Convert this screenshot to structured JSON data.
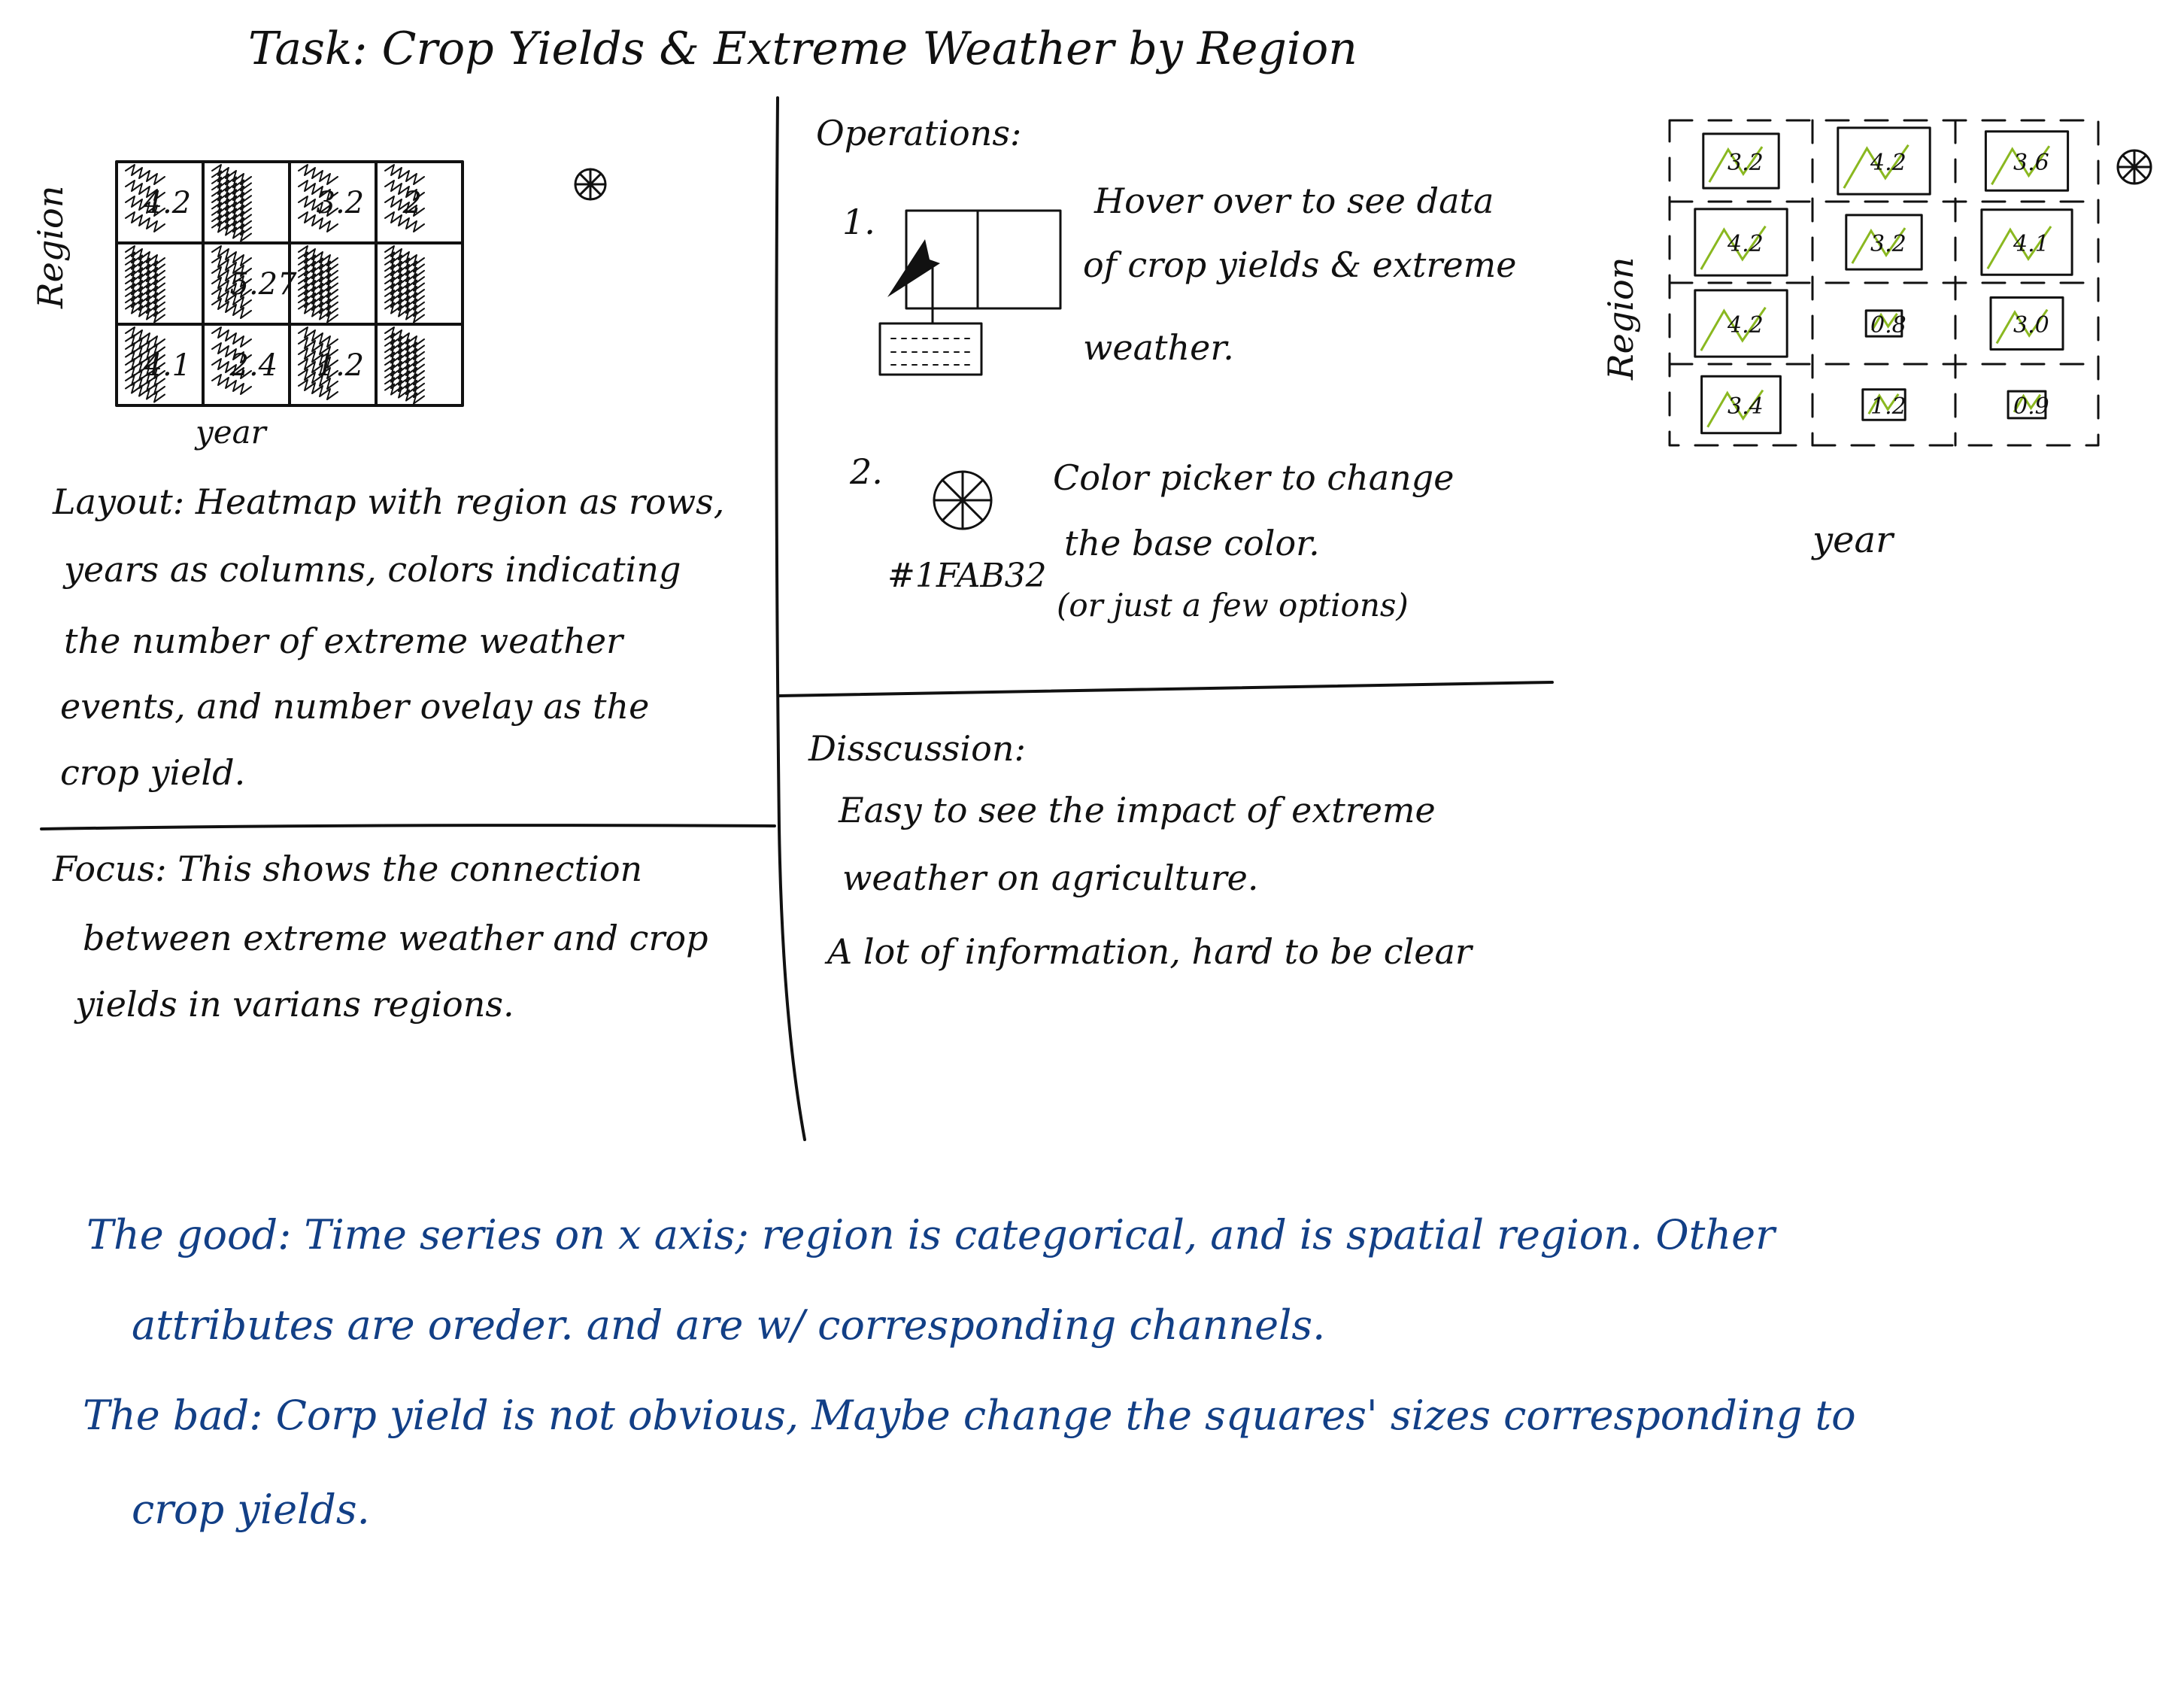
{
  "title": "Task: Crop Yields & Extreme Weather by Region",
  "sketch1": {
    "ylabel": "Region",
    "xlabel": "year",
    "cells": [
      [
        "4.2",
        "",
        "3.2",
        "2"
      ],
      [
        "",
        "5.27",
        "",
        ""
      ],
      [
        "4.1",
        "2.4",
        "1.2",
        ""
      ]
    ]
  },
  "layout_text": [
    "Layout: Heatmap with region as rows,",
    "years as columns, colors indicating",
    "the number of extreme weather",
    "events, and number ovelay as the",
    "crop yield."
  ],
  "focus_text": [
    "Focus: This shows the connection",
    "between extreme weather and crop",
    "yields in varians regions."
  ],
  "operations": {
    "heading": "Operations:",
    "op1_number": "1.",
    "op1_text": [
      "Hover over to see data",
      "of crop yields & extreme",
      "weather."
    ],
    "op2_number": "2.",
    "op2_color": "#1FAB32",
    "op2_text": [
      "Color picker to change",
      "the base color.",
      "(or just a few options)"
    ]
  },
  "discussion": {
    "heading": "Disscussion:",
    "lines": [
      "Easy to see the impact of extreme",
      "weather on agriculture.",
      "A lot of information, hard to be clear"
    ]
  },
  "sketch2": {
    "ylabel": "Region",
    "xlabel": "year",
    "cells": [
      [
        "3.2",
        "4.2",
        "3.6"
      ],
      [
        "4.2",
        "3.2",
        "4.1"
      ],
      [
        "4.2",
        "0.8",
        "3.0"
      ],
      [
        "3.4",
        "1.2",
        "0.9"
      ]
    ],
    "accent": "#8ab820"
  },
  "review": {
    "good": [
      "The good: Time series on x axis; region is categorical, and is spatial region. Other",
      "attributes are oreder. and are w/ corresponding channels."
    ],
    "bad": [
      "The bad: Corp yield is not obvious, Maybe change the squares' sizes corresponding to",
      "crop yields."
    ]
  }
}
